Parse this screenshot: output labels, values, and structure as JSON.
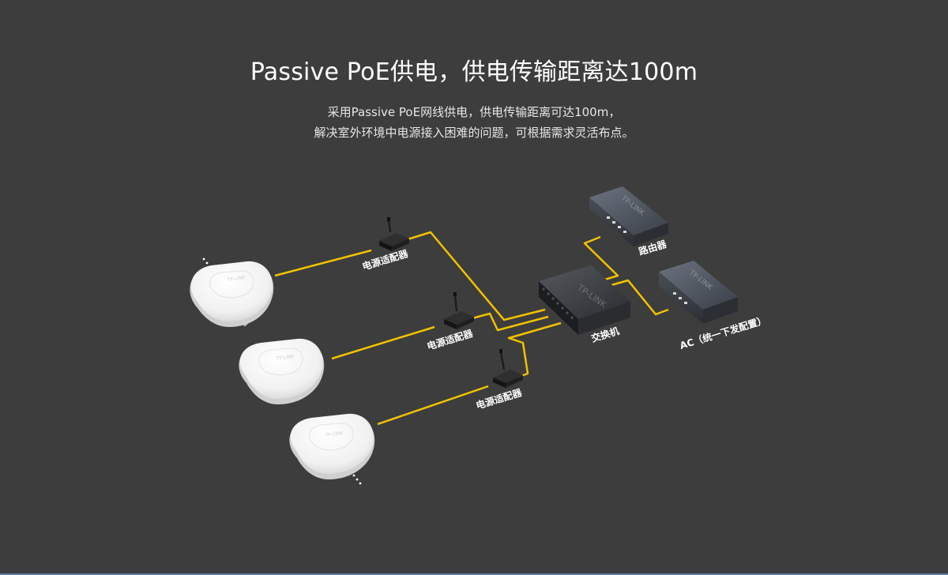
{
  "header": {
    "title": "Passive PoE供电，供电传输距离达100m",
    "description_line1": "采用Passive PoE网线供电，供电传输距离可达100m，",
    "description_line2": "解决室外环境中电源接入困难的问题，可根据需求灵活布点。"
  },
  "diagram": {
    "adapter_label": "电源适配器",
    "switch_label": "交换机",
    "router_label": "路由器",
    "ac_label": "AC（统一下发配置）",
    "brand_logo": "TP-LINK",
    "cable_color": "#f2c200"
  }
}
